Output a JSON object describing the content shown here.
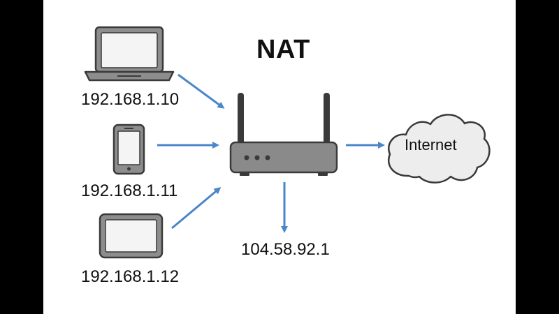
{
  "title": "NAT",
  "devices": {
    "laptop": {
      "ip": "192.168.1.10",
      "icon": "laptop-icon"
    },
    "phone": {
      "ip": "192.168.1.11",
      "icon": "smartphone-icon"
    },
    "tablet": {
      "ip": "192.168.1.12",
      "icon": "tablet-icon"
    }
  },
  "router": {
    "icon": "router-icon",
    "public_ip": "104.58.92.1"
  },
  "internet": {
    "label": "Internet",
    "icon": "cloud-icon"
  },
  "colors": {
    "arrow": "#4a86c8",
    "device_frame": "#3a3a3a",
    "device_body": "#8d8d8d",
    "screen": "#f4f4f4",
    "router_body": "#8a8a8a",
    "cloud_fill": "#ededed"
  }
}
